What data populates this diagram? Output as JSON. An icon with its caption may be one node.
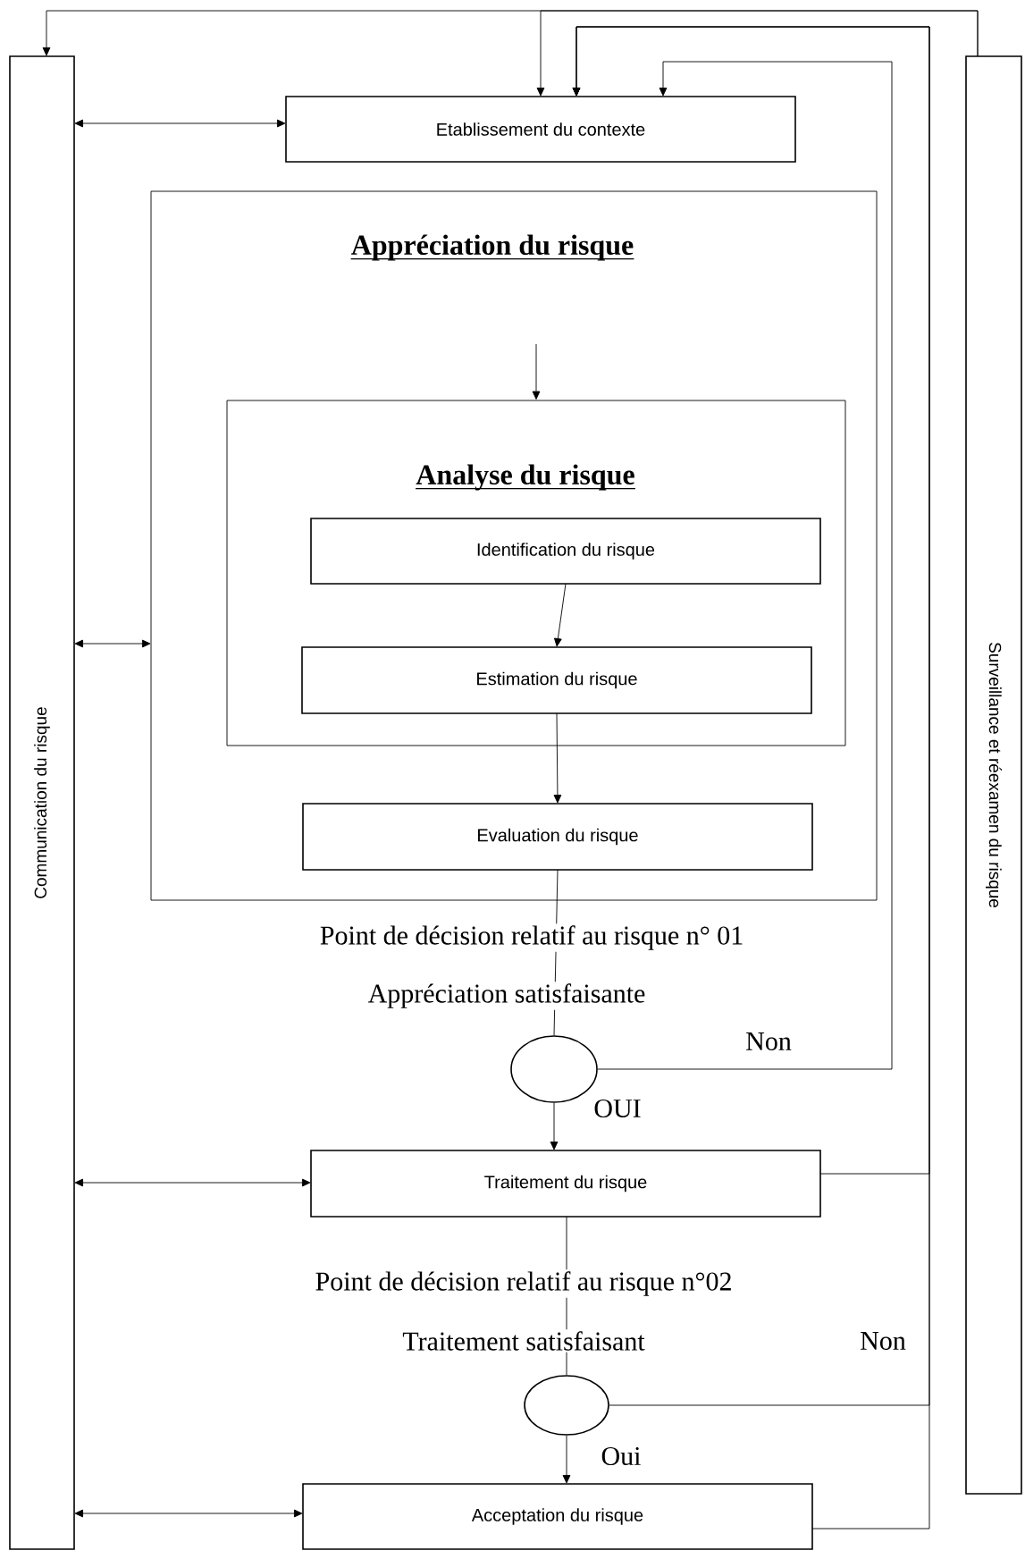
{
  "diagram": {
    "nodes": [
      {
        "text": [
          "Communication du risque"
        ]
      },
      {
        "text": [
          "Surveillance et réexamen du risque"
        ]
      },
      {
        "text": [
          "Etablissement du contexte"
        ]
      },
      {
        "text": [
          "Appréciation du risque"
        ]
      },
      {
        "text": [
          "Analyse du risque"
        ],
        "in": 3
      },
      {
        "text": [
          "Identification du risque"
        ],
        "in": 4
      },
      {
        "text": [
          "Estimation du risque"
        ],
        "in": 4
      },
      {
        "text": [
          "Evaluation du risque"
        ],
        "in": 3
      },
      {
        "text": [],
        "shape": "circle"
      },
      {
        "text": [
          "Traitement du risque"
        ]
      },
      {
        "text": [],
        "shape": "circle"
      },
      {
        "text": [
          "Acceptation du risque"
        ]
      }
    ],
    "edges": [
      {
        "from": 0,
        "to": 2,
        "arrow": "both"
      },
      {
        "from": 0,
        "to": 3,
        "arrow": "both"
      },
      {
        "from": 0,
        "to": 9,
        "arrow": "both"
      },
      {
        "from": 0,
        "to": 11,
        "arrow": "both"
      },
      {
        "from": 1,
        "to": 0,
        "arrow": "to"
      },
      {
        "from": 1,
        "to": 2,
        "arrow": "to"
      },
      {
        "from": 8,
        "to": 2,
        "arrow": "to"
      },
      {
        "from": 10,
        "to": 2,
        "arrow": "to"
      },
      {
        "from": 7,
        "to": 8,
        "arrow": "none"
      },
      {
        "from": 8,
        "to": 9,
        "arrow": "to",
        "label": "OUI"
      },
      {
        "from": 9,
        "to": 10,
        "arrow": "none"
      },
      {
        "from": 10,
        "to": 11,
        "arrow": "to",
        "label": "Oui"
      },
      {
        "from": 5,
        "to": 6,
        "arrow": "to"
      },
      {
        "from": 6,
        "to": 7,
        "arrow": "to"
      },
      {
        "from": null,
        "to": 4,
        "arrow": "to"
      },
      {
        "from": 9,
        "to": 2,
        "arrow": "to"
      },
      {
        "from": 11,
        "to": 2,
        "arrow": "to"
      }
    ],
    "labels": [
      "Point de décision relatif au risque n° 01",
      "Appréciation satisfaisante",
      "Non",
      "Point de décision relatif au risque n°02",
      "Traitement satisfaisant",
      "Non"
    ]
  }
}
